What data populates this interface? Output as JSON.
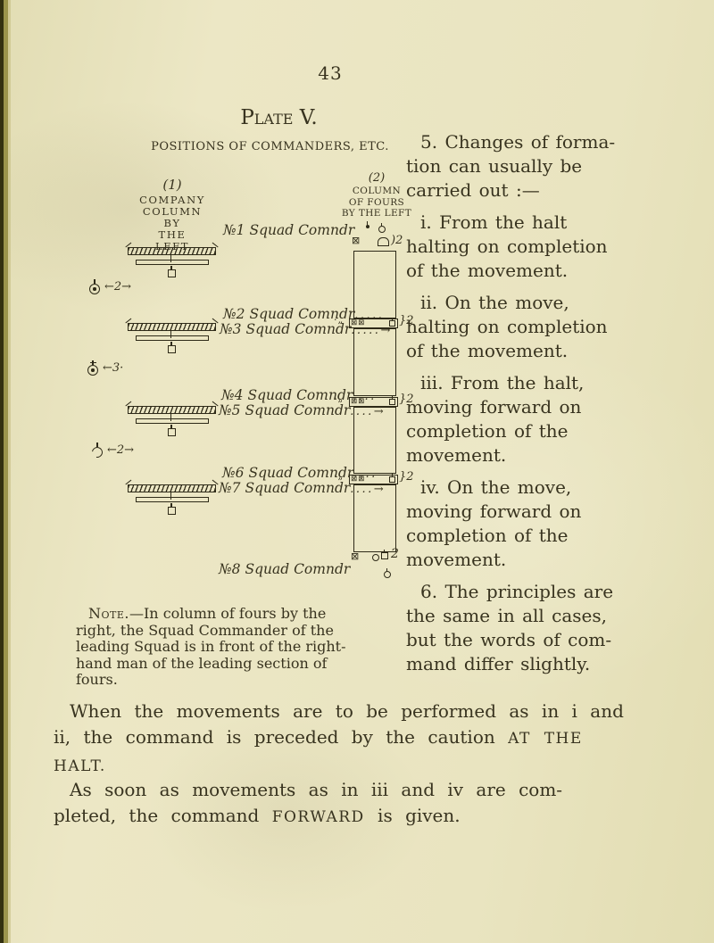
{
  "colors": {
    "paper": "#e9e4c1",
    "ink": "#38331f"
  },
  "page_number": "43",
  "plate_title": "Plate V.",
  "plate_subtitle": "POSITIONS OF COMMANDERS, ETC.",
  "diagram1": {
    "num": "(1)",
    "title": "COMPANY\nCOLUMN\nBY\nTHE\nLEFT",
    "spacing_marks": [
      {
        "label": "←2→"
      },
      {
        "label": "←3·"
      },
      {
        "label": "←2→"
      }
    ]
  },
  "squad_labels": [
    {
      "text": "№1 Squad Comndr",
      "trail": ""
    },
    {
      "text": "№2 Squad Comndr",
      "trail": "....."
    },
    {
      "text": "№3 Squad Comndr",
      "trail": ".....→"
    },
    {
      "text": "№4 Squad Comndr",
      "trail": "...."
    },
    {
      "text": "№5 Squad Comndr",
      "trail": "....→"
    },
    {
      "text": "№6 Squad Comndr",
      "trail": "...."
    },
    {
      "text": "№7 Squad Comndr",
      "trail": "....→"
    },
    {
      "text": "№8 Squad Comndr",
      "trail": ""
    }
  ],
  "diagram2": {
    "num": "(2)",
    "title": "COLUMN\nOF FOURS\nBY THE LEFT",
    "brace_top": ")2",
    "band_braces": [
      "}2",
      "}2",
      "}2"
    ],
    "leader": "·„",
    "bottom_number": "2"
  },
  "icons": {
    "squad_commander_x": "⊠"
  },
  "right_column": {
    "para5": "5. Changes of forma-\ntion can usually be\ncarried out :—",
    "item_i": "i. From the halt\nhalting on completion\nof the movement.",
    "item_ii": "ii. On the move,\nhalting on completion\nof the movement.",
    "item_iii": "iii. From the halt,\nmoving forward on\ncompletion of the\nmovement.",
    "item_iv": "iv. On the move,\nmoving forward on\ncompletion of the\nmovement.",
    "para6": "6. The principles are\nthe same in all cases,\nbut the words of com-\nmand differ slightly."
  },
  "note": {
    "lead": "Note.",
    "body": "—In column of fours by the\nright, the Squad Commander of the\nleading Squad is in front of the right-\nhand man of the leading section of\nfours."
  },
  "footer": {
    "when_pre": "When the movements are to be performed as in i and\nii, the command is preceded by the caution ",
    "when_caps": "AT THE\nHALT.",
    "soon_pre": "As soon as movements as in iii and iv are com-\npleted, the command ",
    "soon_caps": "FORWARD",
    "soon_post": " is given."
  }
}
